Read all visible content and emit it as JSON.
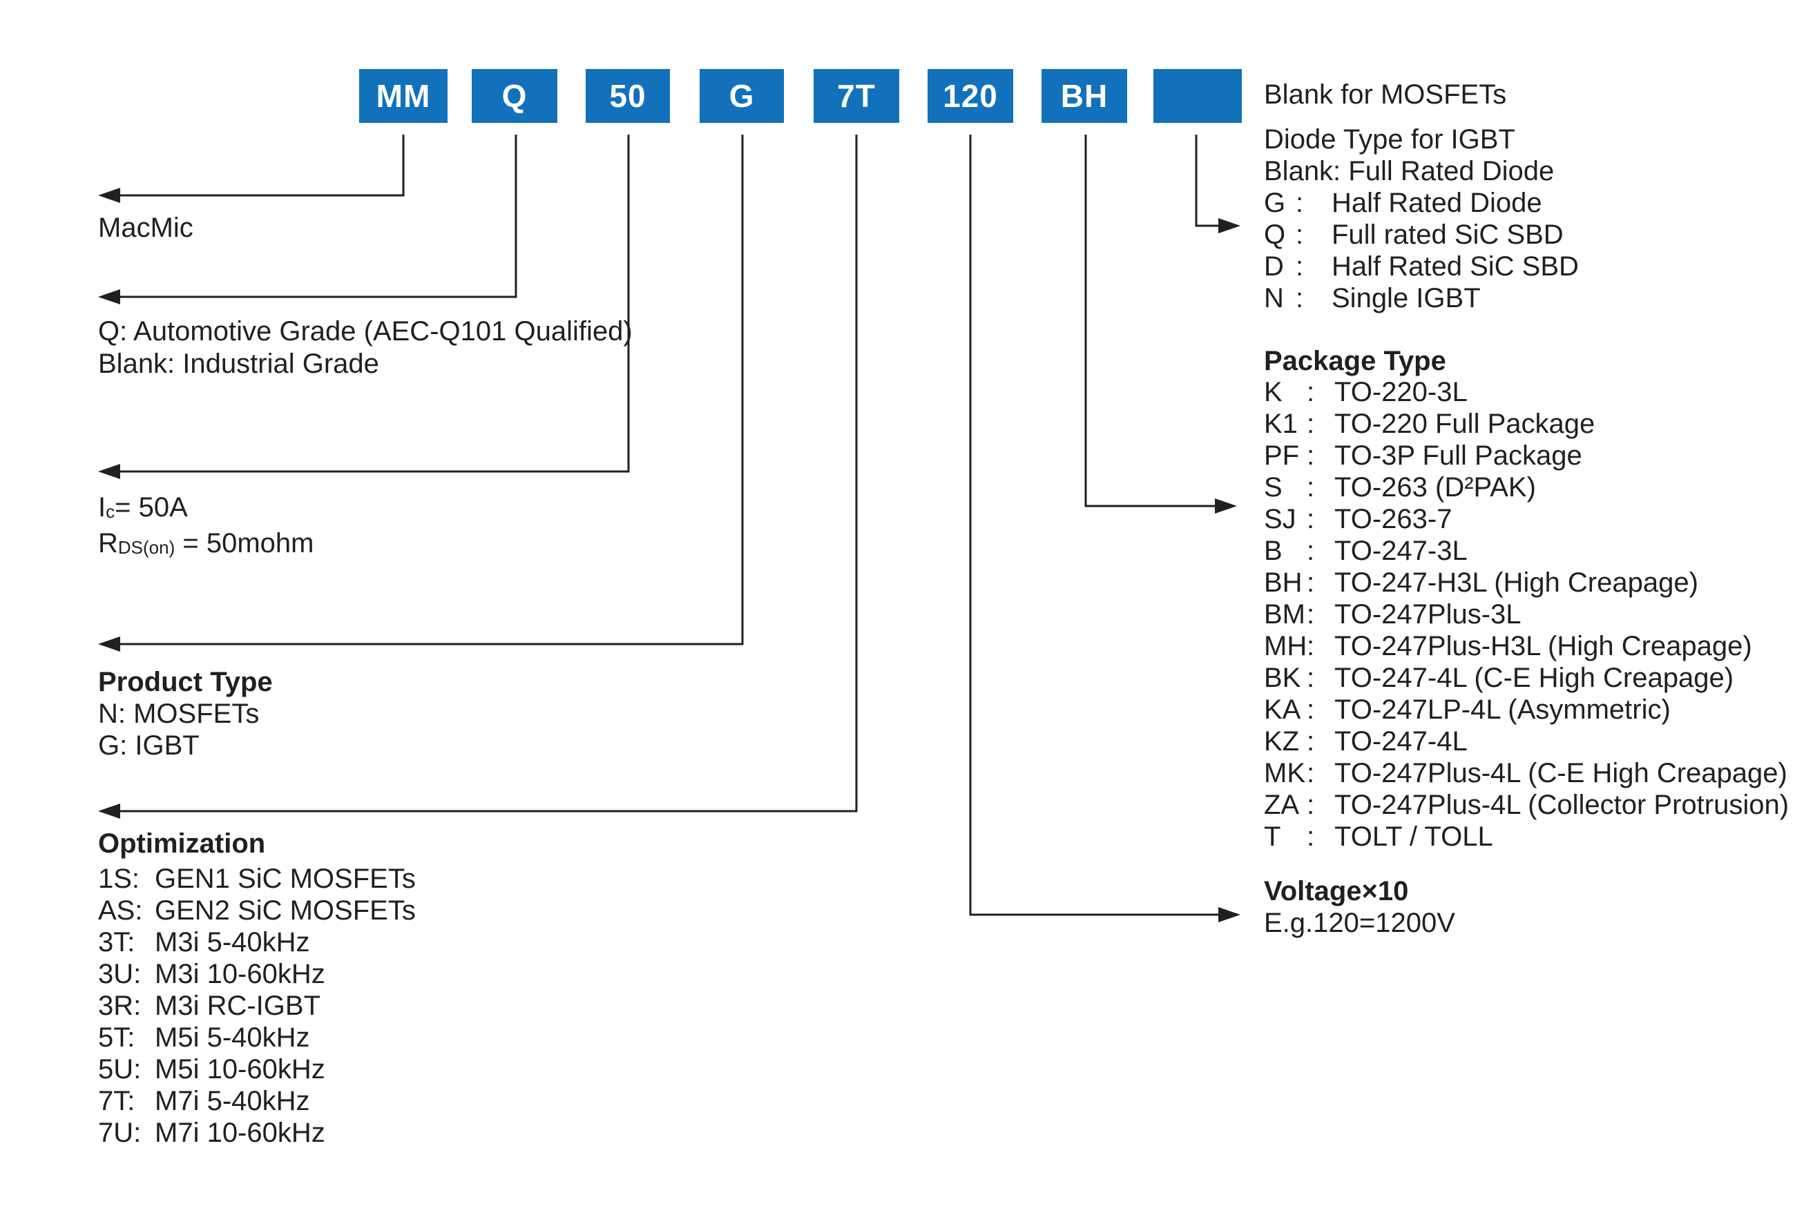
{
  "colors": {
    "box_blue": "#1271BB",
    "line": "#231F20",
    "text": "#231F20"
  },
  "punct": {
    "colon": ":"
  },
  "part_boxes": [
    {
      "label": "MM"
    },
    {
      "label": "Q"
    },
    {
      "label": "50"
    },
    {
      "label": "G"
    },
    {
      "label": "7T"
    },
    {
      "label": "120"
    },
    {
      "label": "BH"
    },
    {
      "label": ""
    }
  ],
  "left": {
    "brand": "MacMic",
    "grade": {
      "line1": "Q:  Automotive Grade (AEC-Q101 Qualified)",
      "line2": "Blank: Industrial Grade"
    },
    "rating": {
      "ic": {
        "base": "I",
        "sub": "c",
        "rest": "= 50A"
      },
      "rds": {
        "base": "R",
        "sub": "DS(on)",
        "rest": " = 50mohm"
      }
    },
    "product_type": {
      "heading": "Product Type",
      "items": [
        "N: MOSFETs",
        "G: IGBT"
      ]
    },
    "optimization": {
      "heading": "Optimization",
      "items": [
        {
          "code": "1S:",
          "desc": "GEN1 SiC MOSFETs"
        },
        {
          "code": "AS:",
          "desc": "GEN2 SiC MOSFETs"
        },
        {
          "code": "3T:",
          "desc": "M3i 5-40kHz"
        },
        {
          "code": "3U:",
          "desc": "M3i 10-60kHz"
        },
        {
          "code": "3R:",
          "desc": "M3i RC-IGBT"
        },
        {
          "code": "5T:",
          "desc": "M5i 5-40kHz"
        },
        {
          "code": "5U:",
          "desc": "M5i 10-60kHz"
        },
        {
          "code": "7T:",
          "desc": "M7i 5-40kHz"
        },
        {
          "code": "7U:",
          "desc": "M7i 10-60kHz"
        }
      ]
    }
  },
  "right": {
    "mosfet_note": "Blank for MOSFETs",
    "diode_type": {
      "heading": "Diode Type for IGBT",
      "blank_line": "Blank: Full Rated Diode",
      "items": [
        {
          "code": "G",
          "desc": "Half Rated Diode"
        },
        {
          "code": "Q",
          "desc": "Full rated SiC SBD"
        },
        {
          "code": "D",
          "desc": "Half Rated SiC SBD"
        },
        {
          "code": "N",
          "desc": "Single IGBT"
        }
      ]
    },
    "package_type": {
      "heading": "Package Type",
      "items": [
        {
          "code": "K",
          "desc": "TO-220-3L"
        },
        {
          "code": "K1",
          "desc": "TO-220 Full Package"
        },
        {
          "code": "PF",
          "desc": "TO-3P Full Package"
        },
        {
          "code": "S",
          "desc": "TO-263 (D²PAK)"
        },
        {
          "code": "SJ",
          "desc": "TO-263-7"
        },
        {
          "code": "B",
          "desc": "TO-247-3L"
        },
        {
          "code": "BH",
          "desc": "TO-247-H3L (High Creapage)"
        },
        {
          "code": "BM",
          "desc": "TO-247Plus-3L"
        },
        {
          "code": "MH",
          "desc": "TO-247Plus-H3L (High Creapage)"
        },
        {
          "code": "BK",
          "desc": "TO-247-4L (C-E High Creapage)"
        },
        {
          "code": "KA",
          "desc": "TO-247LP-4L (Asymmetric)"
        },
        {
          "code": "KZ",
          "desc": "TO-247-4L"
        },
        {
          "code": "MK",
          "desc": "TO-247Plus-4L (C-E High Creapage)"
        },
        {
          "code": "ZA",
          "desc": "TO-247Plus-4L (Collector Protrusion)"
        },
        {
          "code": "T",
          "desc": "TOLT / TOLL"
        }
      ]
    },
    "voltage": {
      "heading": "Voltage×10",
      "example": "E.g.120=1200V"
    }
  }
}
